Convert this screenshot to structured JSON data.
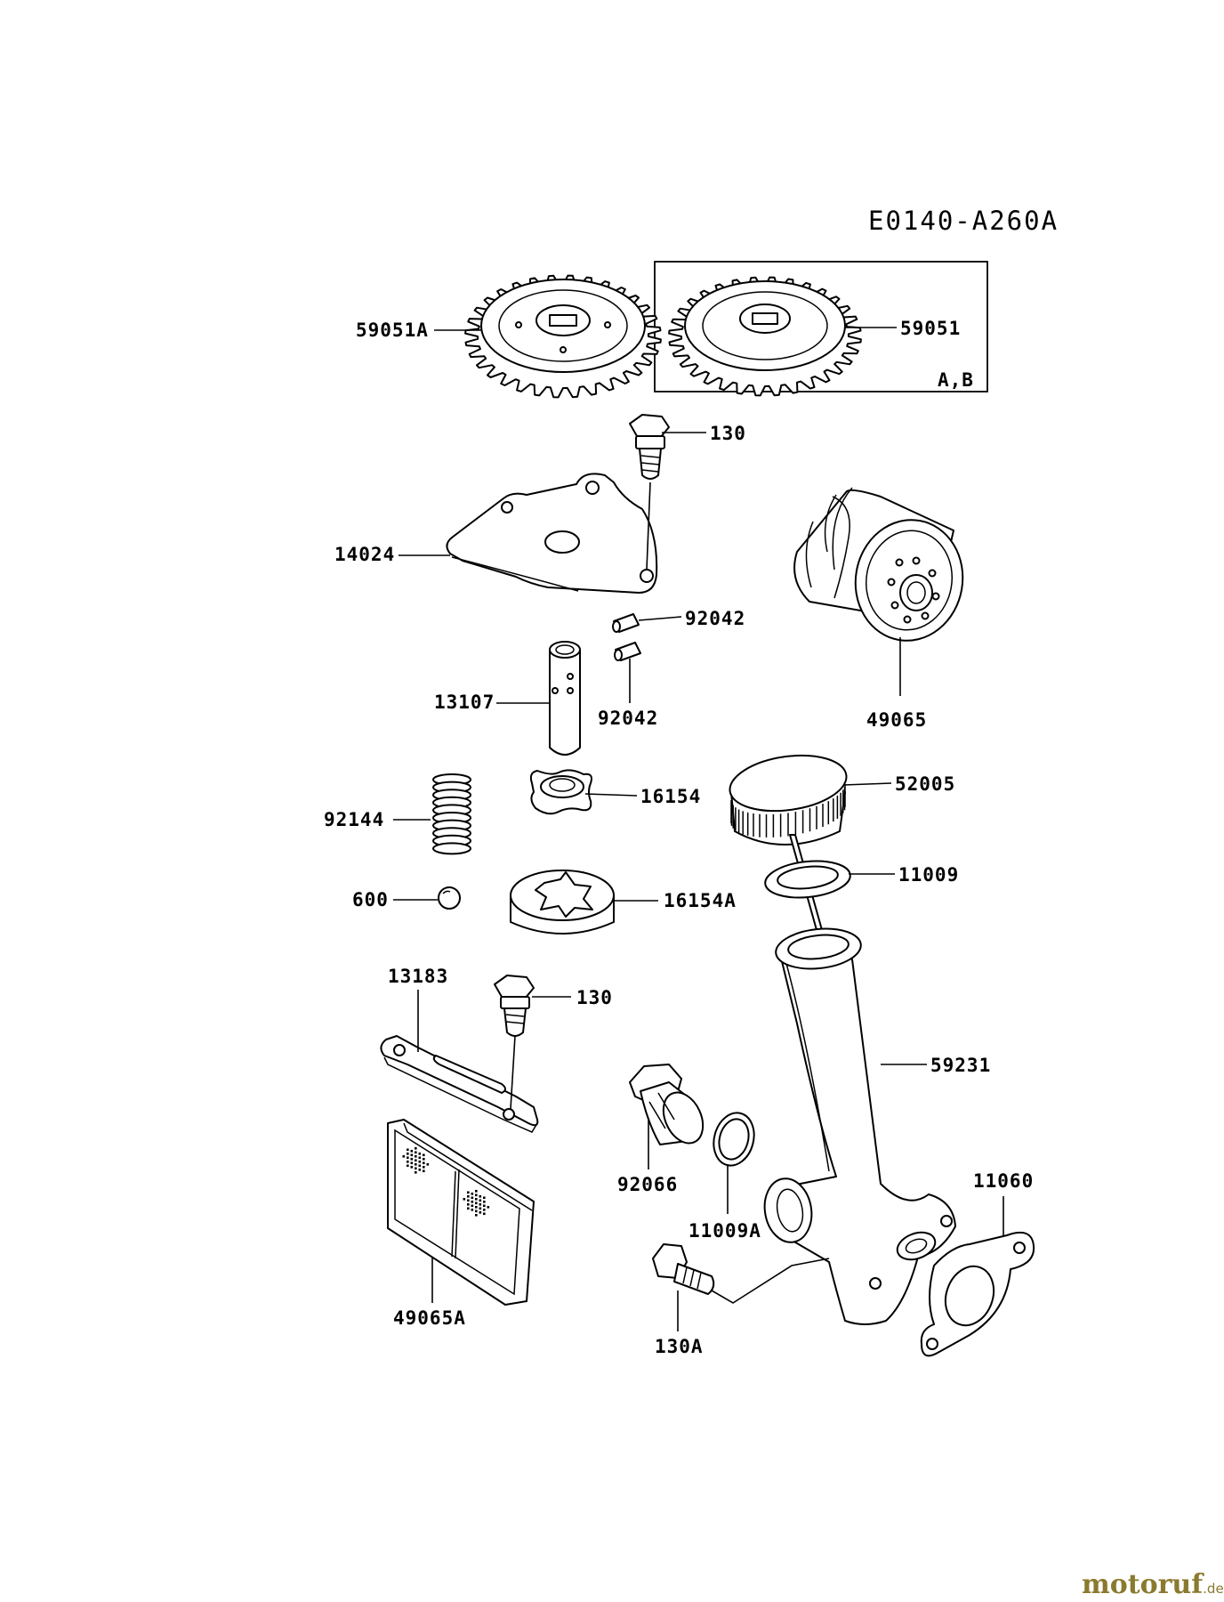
{
  "diagram_code": "E0140-A260A",
  "inset_variant_label": "A,B",
  "labels": {
    "p59051A": "59051A",
    "p59051": "59051",
    "p130_top": "130",
    "p14024": "14024",
    "p92042_a": "92042",
    "p92042_b": "92042",
    "p13107": "13107",
    "p49065": "49065",
    "p52005": "52005",
    "p16154": "16154",
    "p92144": "92144",
    "p11009": "11009",
    "p600": "600",
    "p16154A": "16154A",
    "p13183": "13183",
    "p130_mid": "130",
    "p59231": "59231",
    "p92066": "92066",
    "p11060": "11060",
    "p11009A": "11009A",
    "p49065A": "49065A",
    "p130A": "130A"
  },
  "watermark": {
    "brand": "motoruf",
    "tld": ".de",
    "color": "#8a7a2e"
  }
}
